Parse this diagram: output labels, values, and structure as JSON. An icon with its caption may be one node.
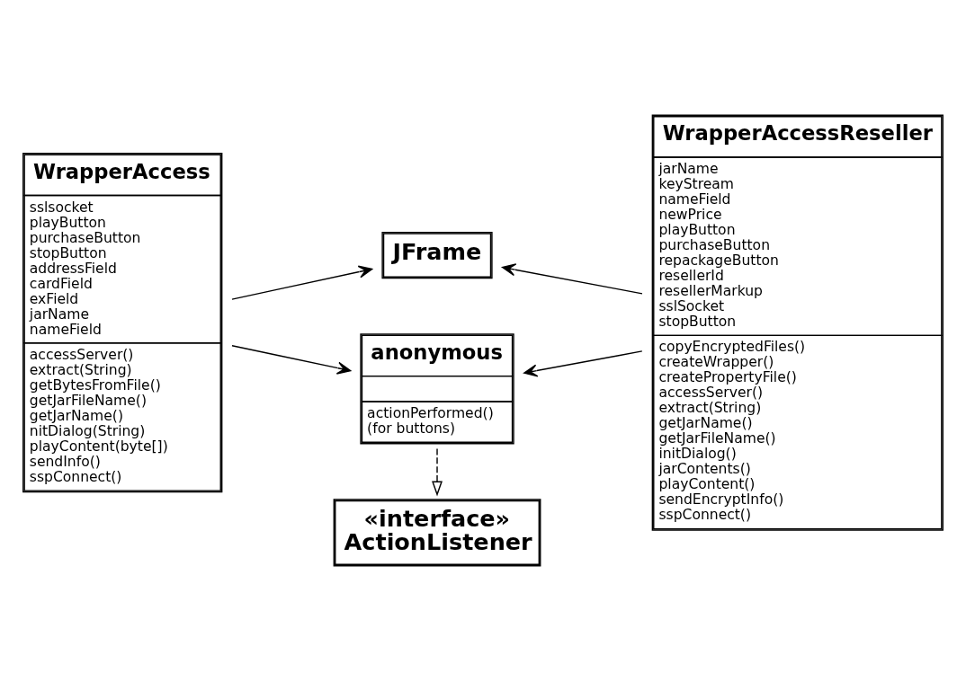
{
  "diagram": {
    "nodes": [
      {
        "text": [
          "WrapperAccess",
          "sslsocket playButton purchaseButton stopButton addressField cardField exField jarName nameField",
          "accessServer() extract(String) getBytesFromFile() getJarFileName() getJarName() nitDialog(String) playContent(byte[]) sendInfo() sspConnect()"
        ]
      },
      {
        "text": [
          "JFrame"
        ]
      },
      {
        "text": [
          "anonymous",
          "actionPerformed() (for buttons)"
        ]
      },
      {
        "text": [
          "«interface» ActionListener"
        ]
      },
      {
        "text": [
          "WrapperAccessReseller",
          "jarName keyStream nameField newPrice playButton purchaseButton repackageButton resellerId resellerMarkup sslSocket stopButton",
          "copyEncryptedFiles() createWrapper() createPropertyFile() accessServer() extract(String) getJarName() getJarFileName() initDialog() jarContents() playContent() sendEncryptInfo() sspConnect()"
        ]
      }
    ],
    "edges": [
      {
        "from": 0,
        "to": 1,
        "arrow": "to"
      },
      {
        "from": 0,
        "to": 2,
        "arrow": "to"
      },
      {
        "from": 4,
        "to": 1,
        "arrow": "to"
      },
      {
        "from": 4,
        "to": 2,
        "arrow": "to"
      },
      {
        "from": 2,
        "to": 3,
        "arrow": "to",
        "style": "dashed"
      }
    ]
  }
}
